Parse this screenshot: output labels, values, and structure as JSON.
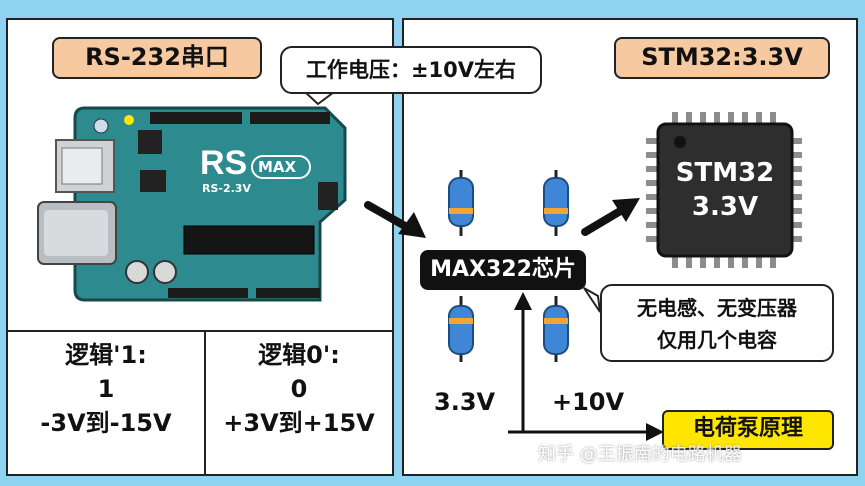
{
  "left_panel": {
    "title": "RS-232串口",
    "bubble_text": "工作电压：±10V左右",
    "board": {
      "logo": "RS",
      "badge": "MAX",
      "subtitle": "RS-2.3V"
    },
    "logic_one": {
      "title": "逻辑'1:",
      "value": "1",
      "range": "-3V到-15V"
    },
    "logic_zero": {
      "title": "逻辑0':",
      "value": "0",
      "range": "+3V到+15V"
    }
  },
  "right_panel": {
    "title": "STM32:3.3V",
    "chip": {
      "line1": "STM32",
      "line2": "3.3V"
    },
    "max_label": "MAX322芯片",
    "bubble_line1": "无电感、无变压器",
    "bubble_line2": "仅用几个电容",
    "v_left": "3.3V",
    "v_right": "+10V",
    "pump_label": "电荷泵原理"
  },
  "watermark": "知乎 @王振南的电路机器",
  "colors": {
    "background": "#8fd3f0",
    "board": "#2d8a8f",
    "label": "#f6c9a0",
    "highlight": "#ffe600"
  }
}
